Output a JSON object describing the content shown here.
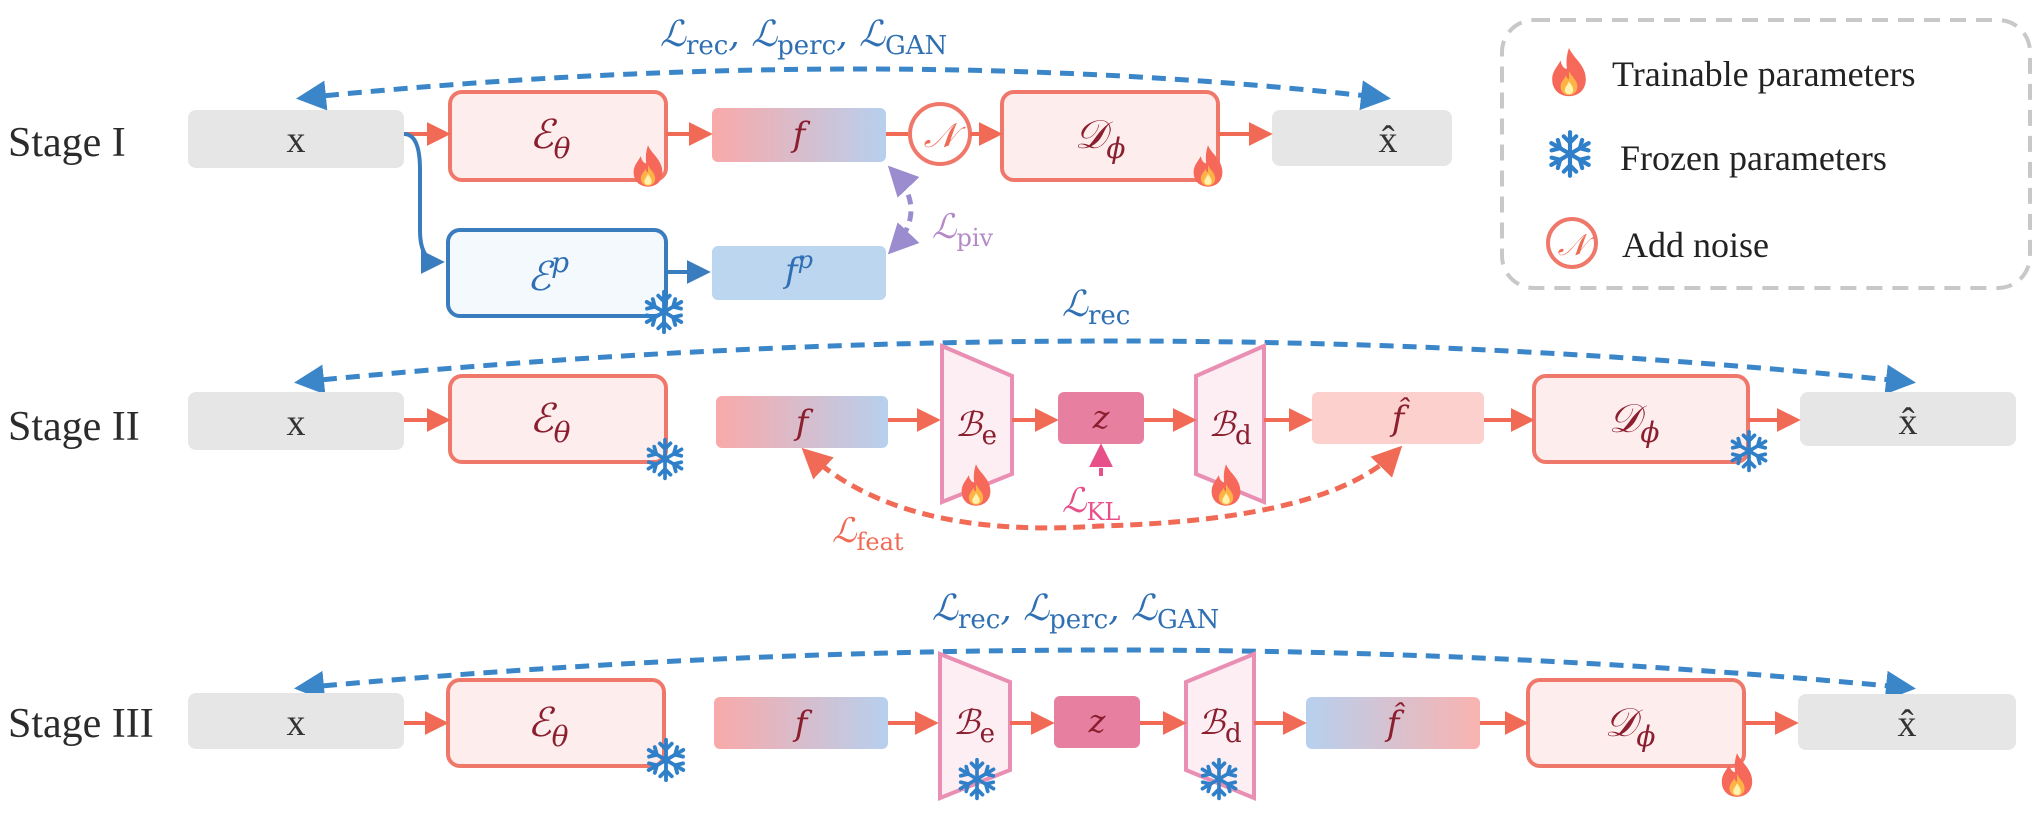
{
  "stages": [
    {
      "label": "Stage I"
    },
    {
      "label": "Stage II"
    },
    {
      "label": "Stage III"
    }
  ],
  "io": {
    "input": "x",
    "output": "x̂"
  },
  "modules": {
    "encoder": {
      "symbol": "ℰ",
      "sub": "θ"
    },
    "prior_encoder": {
      "symbol": "ℰ",
      "sup": "p"
    },
    "decoder": {
      "symbol": "𝒟",
      "sub": "ϕ"
    },
    "feature": "f",
    "prior_feature": {
      "symbol": "f",
      "sup": "p"
    },
    "feature_hat": "f̂",
    "latent": "z",
    "bottleneck_enc": {
      "symbol": "ℬ",
      "sub": "e"
    },
    "bottleneck_dec": {
      "symbol": "ℬ",
      "sub": "d"
    },
    "noise": "𝒩"
  },
  "losses": {
    "stage1_top": [
      {
        "sym": "ℒ",
        "sub": "rec"
      },
      {
        "sym": "ℒ",
        "sub": "perc"
      },
      {
        "sym": "ℒ",
        "sub": "GAN"
      }
    ],
    "stage1_piv": {
      "sym": "ℒ",
      "sub": "piv"
    },
    "stage2_top": {
      "sym": "ℒ",
      "sub": "rec"
    },
    "stage2_kl": {
      "sym": "ℒ",
      "sub": "KL"
    },
    "stage2_feat": {
      "sym": "ℒ",
      "sub": "feat"
    },
    "stage3_top": [
      {
        "sym": "ℒ",
        "sub": "rec"
      },
      {
        "sym": "ℒ",
        "sub": "perc"
      },
      {
        "sym": "ℒ",
        "sub": "GAN"
      }
    ],
    "separator": ", "
  },
  "legend": {
    "trainable": "Trainable parameters",
    "frozen": "Frozen parameters",
    "noise": "Add noise",
    "noise_symbol": "𝒩"
  },
  "colors": {
    "encoder_border": "#f0786a",
    "encoder_fill": "#fdeeed",
    "prior_border": "#3a7dbf",
    "prior_fill": "#f4f9fe",
    "io_fill": "#e6e6e6",
    "arrow": "#f06a55",
    "loss_blue": "#3a86c8",
    "loss_piv": "#b58ac9",
    "loss_kl": "#e8508a",
    "loss_feat": "#f06a55",
    "latent_fill": "#e77fa0",
    "trap_fill": "#fdeef3",
    "trap_border": "#e98fb3",
    "flame": "#f5685a",
    "snow": "#2f80c8"
  }
}
